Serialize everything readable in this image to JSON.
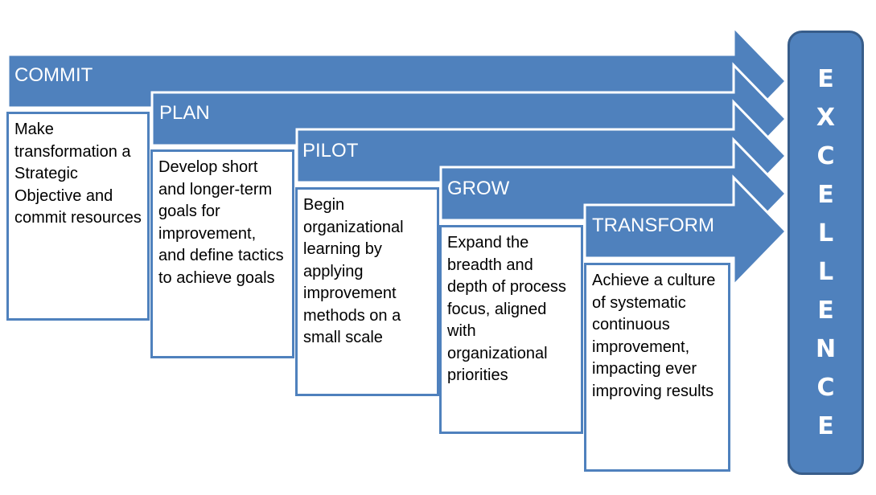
{
  "colors": {
    "arrow_fill": "#4f81bd",
    "arrow_stroke": "#ffffff",
    "box_border": "#4f81bd",
    "excellence_fill": "#4f81bd",
    "excellence_border": "#385d8a"
  },
  "stages": [
    {
      "title": "COMMIT",
      "description": "Make transformation a Strategic Objective and commit resources"
    },
    {
      "title": "PLAN",
      "description": "Develop short and longer-term goals for improvement, and define tactics to achieve goals"
    },
    {
      "title": "PILOT",
      "description": "Begin organizational learning by applying improvement methods on a small scale"
    },
    {
      "title": "GROW",
      "description": "Expand the breadth and depth of process focus, aligned with organizational priorities"
    },
    {
      "title": "TRANSFORM",
      "description": "Achieve a culture of systematic continuous improvement, impacting ever improving results"
    }
  ],
  "goal": {
    "letters": [
      "E",
      "X",
      "C",
      "E",
      "L",
      "L",
      "E",
      "N",
      "C",
      "E"
    ]
  }
}
